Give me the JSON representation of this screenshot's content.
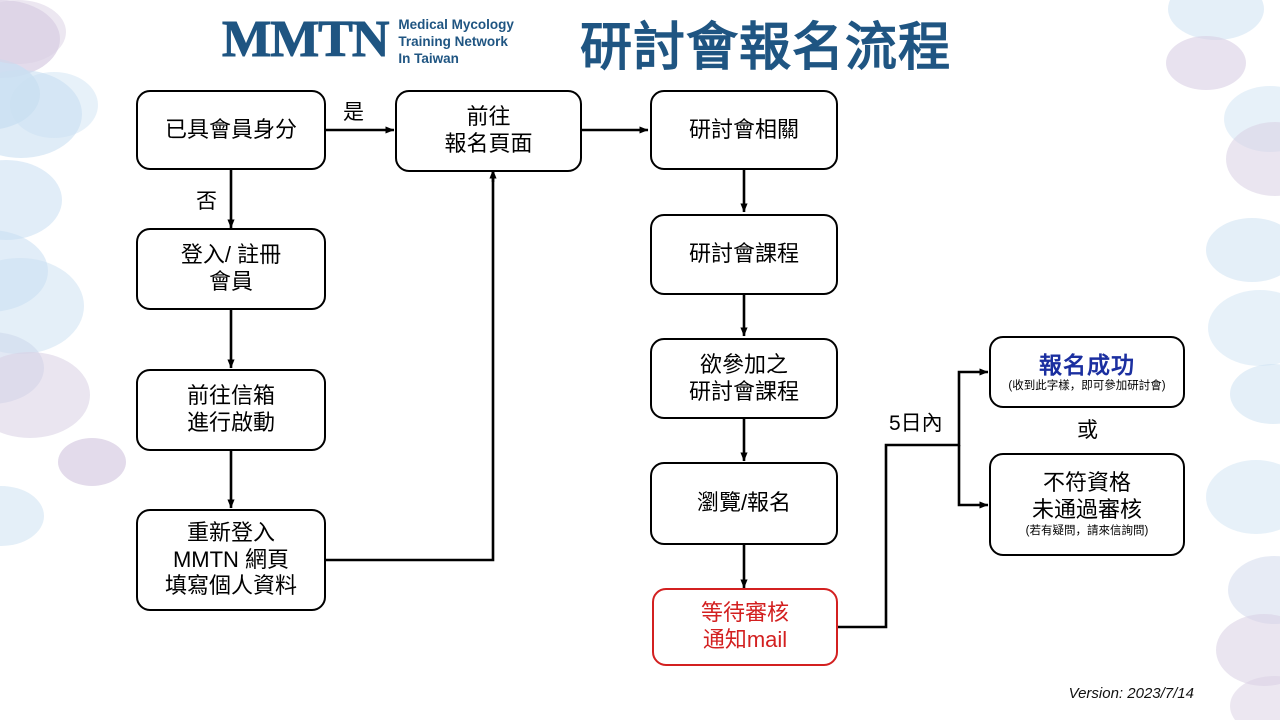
{
  "header": {
    "logo_mark": "MMTN",
    "logo_tagline_1": "Medical Mycology",
    "logo_tagline_2": "Training Network",
    "logo_tagline_3": "In Taiwan",
    "title": "研討會報名流程",
    "brand_color": "#1f5582"
  },
  "footer": {
    "version": "Version: 2023/7/14"
  },
  "colors": {
    "box_border": "#000000",
    "alert_red": "#d32020",
    "success_blue": "#1b2fa0",
    "brand_blue": "#1f5582",
    "blob_blue": "#c9dff2",
    "blob_lavender": "#d9cfe4"
  },
  "nodes": {
    "member_status": {
      "line1": "已具會員身分"
    },
    "login_register": {
      "line1": "登入/ 註冊",
      "line2": "會員"
    },
    "goto_mailbox": {
      "line1": "前往信箱",
      "line2": "進行啟動"
    },
    "relogin": {
      "line1": "重新登入",
      "line2": "MMTN 網頁",
      "line3": "填寫個人資料"
    },
    "goto_signup": {
      "line1": "前往",
      "line2": "報名頁面"
    },
    "seminar_info": {
      "line1": "研討會相關"
    },
    "seminar_course": {
      "line1": "研討會課程"
    },
    "desired_course": {
      "line1": "欲參加之",
      "line2": "研討會課程"
    },
    "browse_signup": {
      "line1": "瀏覽/報名"
    },
    "await_review": {
      "line1": "等待審核",
      "line2": "通知mail"
    },
    "success": {
      "line1": "報名成功",
      "sub": "(收到此字樣，即可參加研討會)"
    },
    "rejected": {
      "line1": "不符資格",
      "line2": "未通過審核",
      "sub": "(若有疑問，請來信詢問)"
    }
  },
  "edge_labels": {
    "yes": "是",
    "no": "否",
    "within_5_days": "5日內",
    "or": "或"
  }
}
